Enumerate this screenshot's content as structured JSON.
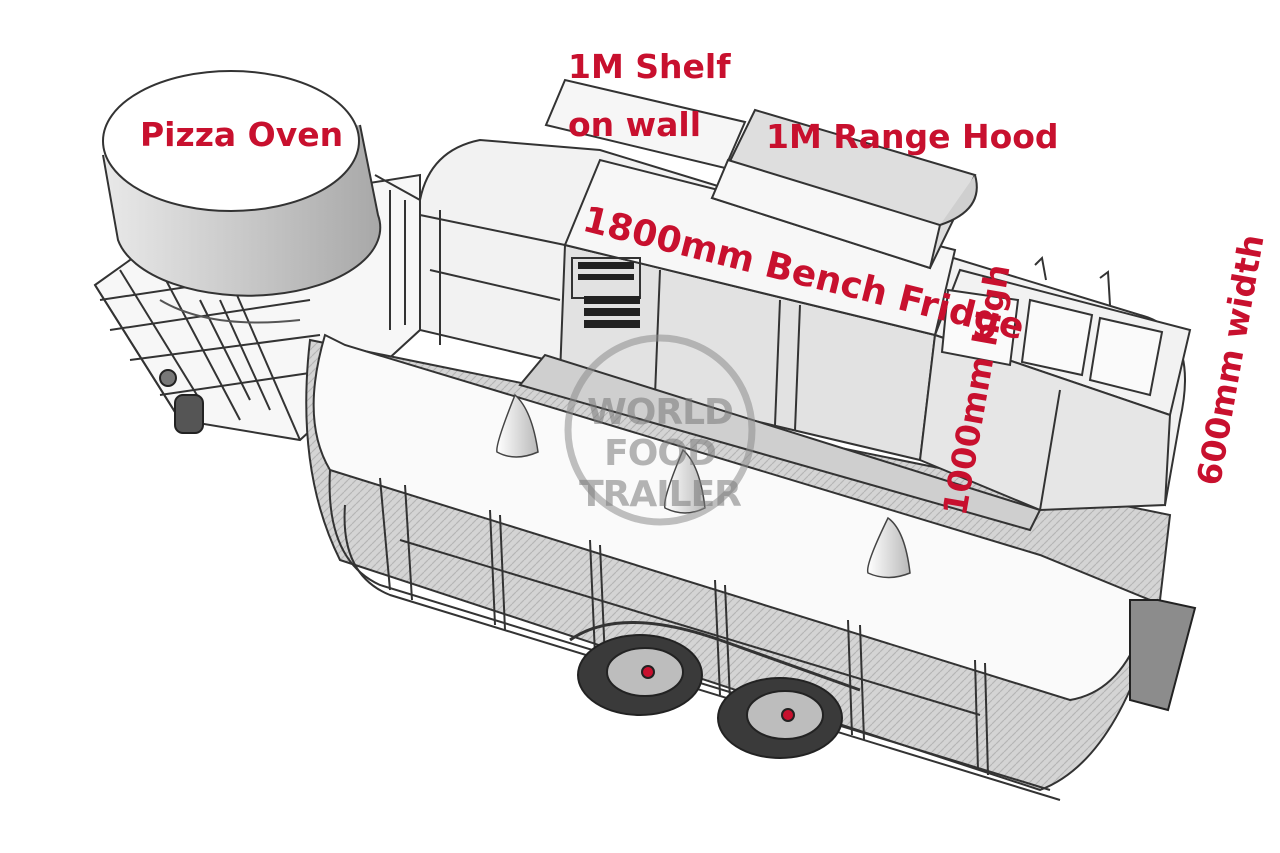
{
  "labels": {
    "pizza_oven": "Pizza Oven",
    "shelf_line1": "1M Shelf",
    "shelf_line2": "on wall",
    "range_hood": "1M Range Hood",
    "bench_fridge": "1800mm Bench Fridge",
    "height": "1000mm high",
    "width": "600mm width"
  },
  "watermark": {
    "line1": "WORLD",
    "line2": "FOOD",
    "line3": "TRAILER"
  },
  "colors": {
    "label": "#c8102e",
    "line": "#333333",
    "fill_light": "#f4f4f4",
    "fill_mid": "#d9d9d9",
    "fill_dark": "#9a9a9a",
    "watermark": "#8a8a8a"
  }
}
